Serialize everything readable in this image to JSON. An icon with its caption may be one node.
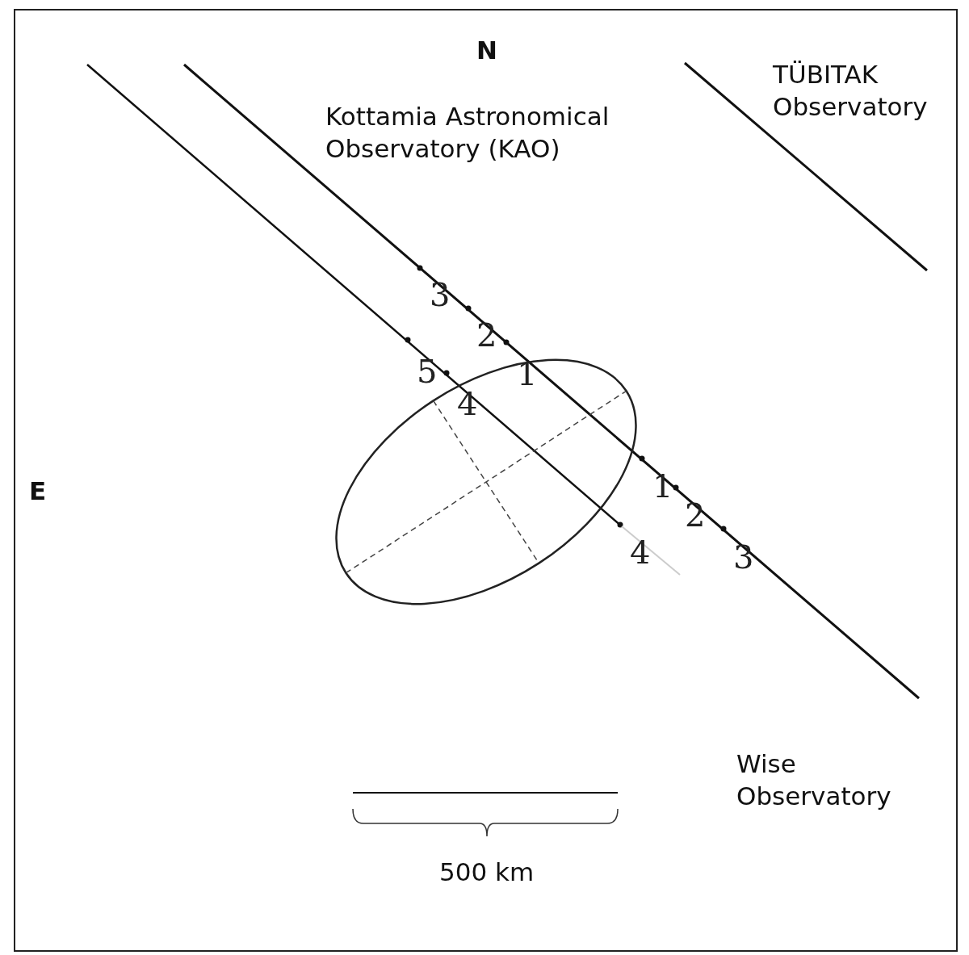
{
  "diagram": {
    "labels": [
      "N",
      "TÜBITAK Observatory",
      "Kottamia Astronomical Observatory (KAO)",
      "3",
      "2",
      "5",
      "1",
      "4",
      "E",
      "1",
      "2",
      "4",
      "3",
      "Wise Observatory",
      "500 km"
    ]
  }
}
